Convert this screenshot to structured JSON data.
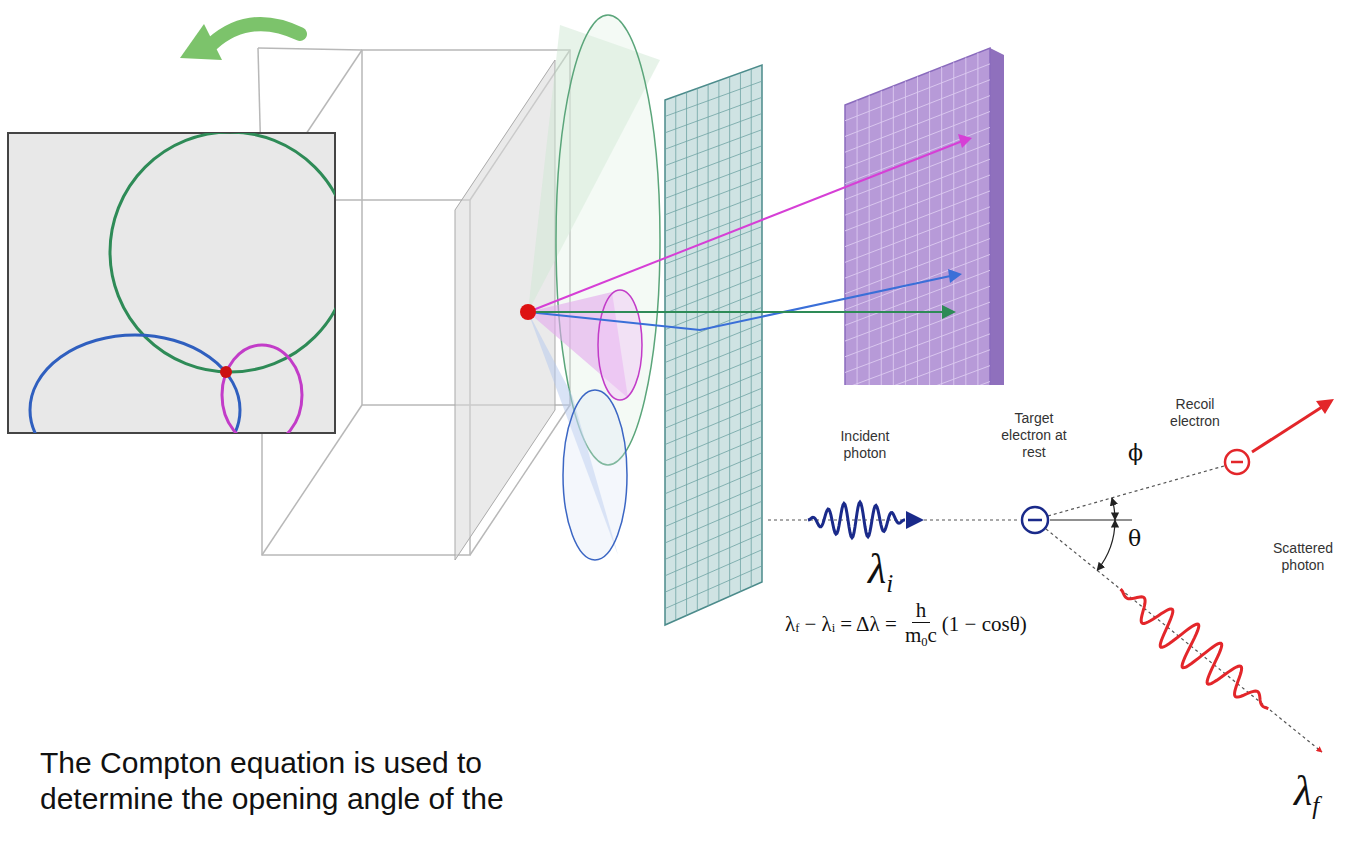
{
  "diagram": {
    "labels": [
      "Recoil electron",
      "Incident photon",
      "Target electron at rest",
      "ϕ",
      "θ",
      "Scattered photon",
      "λ",
      "i",
      "λ",
      "f",
      "− λ",
      "i",
      "= Δλ =",
      "h",
      "m",
      "0",
      "c",
      "(1 − cosθ)",
      "λ",
      "f",
      "The Compton equation is used to determine the opening angle of the"
    ]
  }
}
